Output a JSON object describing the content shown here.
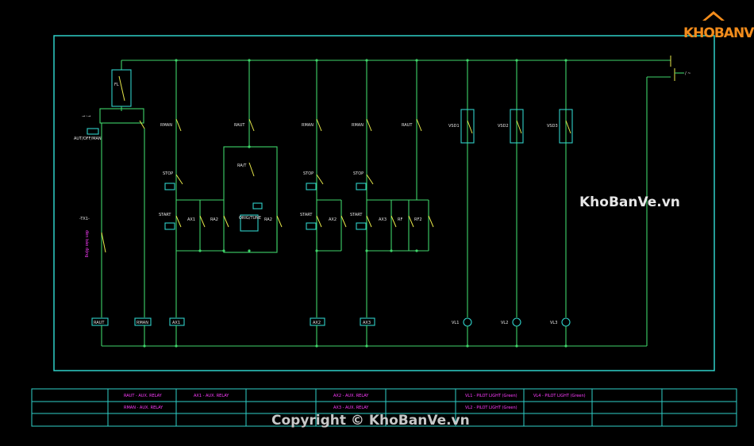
{
  "brand": {
    "logo_text": "KHOBANVE",
    "watermark_middle": "KhoBanVe.vn",
    "watermark_bottom": "Copyright © KhoBanVe.vn"
  },
  "colors": {
    "background": "#000000",
    "wire": "#3fd46a",
    "contact": "#e8e84a",
    "frame": "#2fd0c8",
    "legend_text": "#ff3cff",
    "logo": "#f28c1c"
  },
  "diagram": {
    "left_labels": {
      "selector": "AUT/OFF/MAN",
      "fuse": "-TX1-",
      "vertical": "đèn báo động"
    },
    "column_contacts": [
      "RMAN",
      "RAUT",
      "RMAN",
      "RMAN",
      "RAUT"
    ],
    "pilot_lamps": [
      "VSD1",
      "VSD2",
      "VSD3"
    ],
    "timer_contact": "RA/T",
    "stop_buttons": [
      "STOP",
      "STOP",
      "STOP"
    ],
    "start_buttons": [
      "START",
      "START",
      "START"
    ],
    "mid_contacts": [
      "AX1",
      "RA2",
      "RA2",
      "AX2",
      "AX3",
      "RF",
      "RF2"
    ],
    "aux_box": "ORIG/TUNE",
    "coils": [
      "RAUT",
      "RMAN",
      "AX1",
      "AX2",
      "AX3"
    ],
    "lamps": [
      "VL1",
      "VL2",
      "VL3"
    ]
  },
  "legend": {
    "row1": [
      "RAUT - AUX. RELAY",
      "AX1 - AUX. RELAY",
      "AX2 - AUX. RELAY",
      "VL1 - PILOT LIGHT (Green)",
      "VL4 - PILOT LIGHT (Green)"
    ],
    "row2": [
      "RMAN - AUX. RELAY",
      "AX3 - AUX. RELAY",
      "VL2 - PILOT LIGHT (Green)"
    ]
  }
}
